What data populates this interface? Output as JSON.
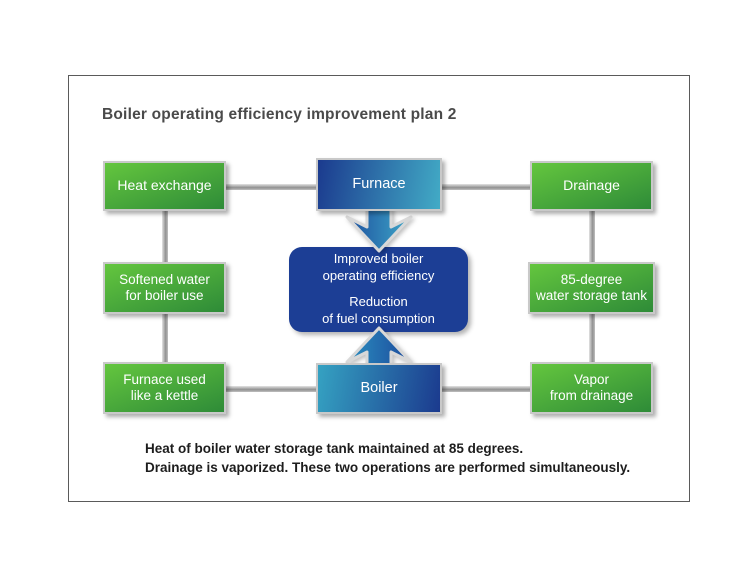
{
  "title": "Boiler operating efficiency improvement plan 2",
  "boxes": {
    "heat_exchange": {
      "label": "Heat exchange"
    },
    "furnace": {
      "label": "Furnace"
    },
    "drainage": {
      "label": "Drainage"
    },
    "softened_water": {
      "line1": "Softened water",
      "line2": "for boiler use"
    },
    "storage_tank": {
      "line1": "85-degree",
      "line2": "water storage tank"
    },
    "furnace_kettle": {
      "line1": "Furnace used",
      "line2": "like a kettle"
    },
    "boiler": {
      "label": "Boiler"
    },
    "vapor": {
      "line1": "Vapor",
      "line2": "from drainage"
    }
  },
  "center": {
    "line1": "Improved boiler",
    "line2": "operating efficiency",
    "line3": "Reduction",
    "line4": "of fuel consumption"
  },
  "footnote": {
    "line1": "Heat of boiler water storage tank maintained at 85 degrees.",
    "line2": "Drainage is vaporized. These two operations are performed simultaneously."
  },
  "icons": {
    "down_arrow": "down-arrow-icon",
    "up_arrow": "up-arrow-icon"
  },
  "colors": {
    "green_light": "#64c63e",
    "green_dark": "#2e8b38",
    "blue_dark": "#1b3a8e",
    "cyan": "#42abc6",
    "center_blue": "#1c3e95",
    "pipe_gray": "#909090",
    "box_border": "#c9c9c9",
    "title_gray": "#4a4a4a"
  }
}
